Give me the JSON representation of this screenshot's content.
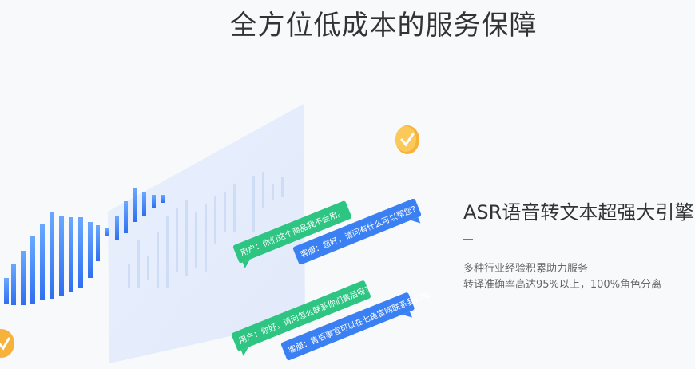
{
  "section": {
    "title": "全方位低成本的服务保障"
  },
  "feature": {
    "title": "ASR语音转文本超强大引擎",
    "lines": [
      "多种行业经验积累助力服务",
      "转译准确率高达95%以上，100%角色分离"
    ]
  },
  "illustration": {
    "bubbles": [
      {
        "text": "用户：你们这个商品我不会用。",
        "color": "#2ec482"
      },
      {
        "text": "客服：您好，请问有什么可以帮您?",
        "color": "#3b80f3"
      },
      {
        "text": "用户：你好，请问怎么联系你们售后呀?",
        "color": "#2ec482"
      },
      {
        "text": "客服：售后事宜可以在七鱼官网联系我们哦。",
        "color": "#3b80f3"
      }
    ],
    "icons": [
      "check-badge-icon"
    ],
    "colors": {
      "green": "#2ec482",
      "blue": "#3b80f3",
      "orange": "#f7b23c"
    }
  }
}
